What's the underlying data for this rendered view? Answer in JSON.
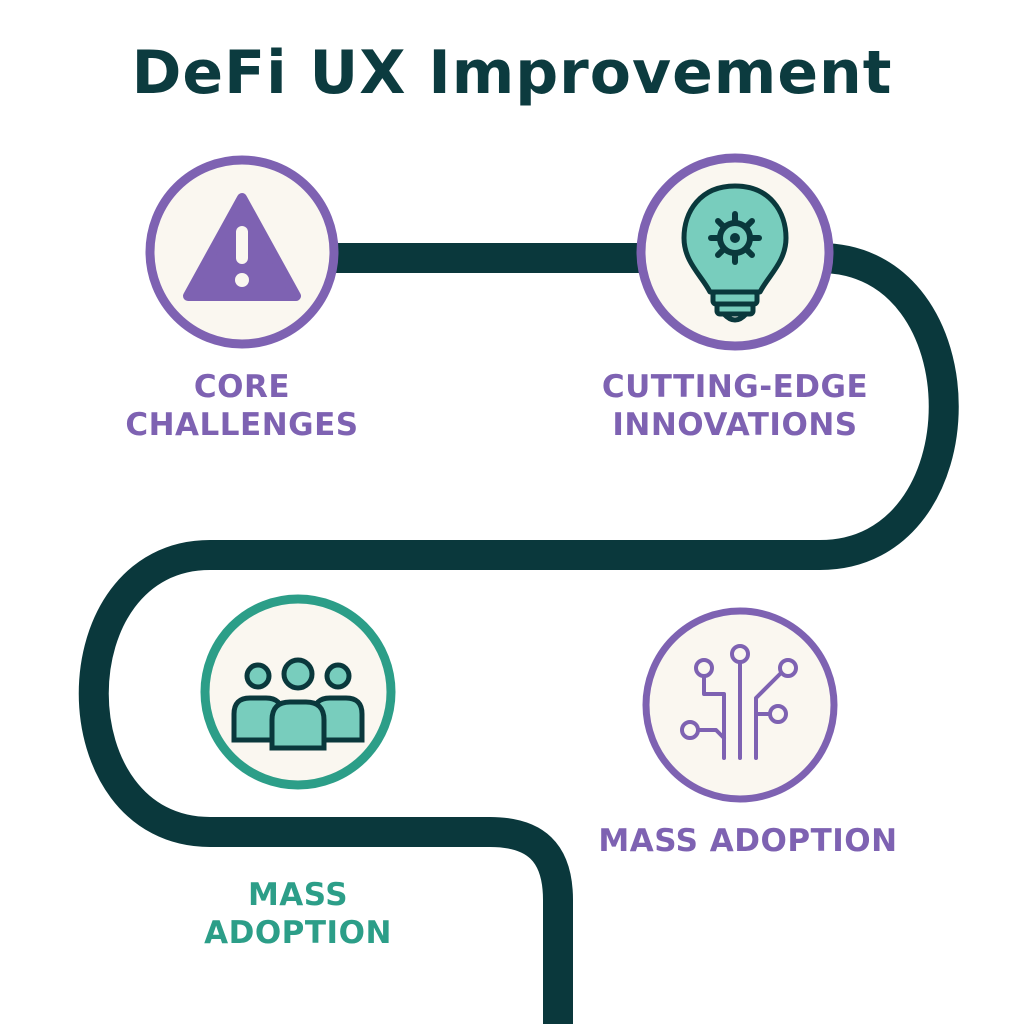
{
  "title": "DeFi UX Improvement",
  "colors": {
    "path": "#0a383c",
    "purple": "#7e62b2",
    "teal": "#2c9e88",
    "teal_light": "#78cdbd",
    "node_fill": "#faf7f0"
  },
  "nodes": [
    {
      "icon": "warning-icon",
      "label_lines": [
        "CORE",
        "CHALLENGES"
      ]
    },
    {
      "icon": "lightbulb-gear-icon",
      "label_lines": [
        "CUTTING-EDGE",
        "INNOVATIONS"
      ]
    },
    {
      "icon": "people-group-icon",
      "label_lines": [
        "MASS",
        "ADOPTION"
      ]
    },
    {
      "icon": "circuit-tree-icon",
      "label_lines": [
        "MASS ADOPTION"
      ]
    }
  ]
}
